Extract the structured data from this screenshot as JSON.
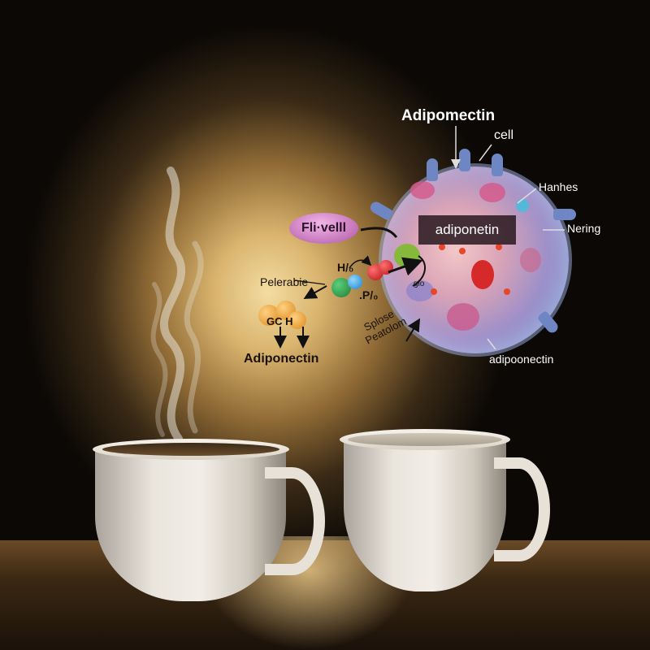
{
  "scene": {
    "description": "Two white coffee cups on a wooden table with steam, backlit warm glow, and a labeled adipocyte cell diagram overlay",
    "colors": {
      "background_dark": "#080604",
      "glow": "#f3dca2",
      "cell_blue": "#7f95cf",
      "pill_pink": "#c373b8",
      "molecule_green": "#2f9a4a",
      "molecule_blue": "#3fa6e6",
      "molecule_red": "#e02a2a",
      "molecule_orange": "#f0a431"
    }
  },
  "diagram": {
    "title": "Adipomectin",
    "labels": {
      "cell": "cell",
      "hanhes": "Hanhes",
      "nering": "Nering",
      "adipoonectin": "adipoonectin",
      "badge": "adiponetin",
      "pill": "Fli·velll",
      "pelerabie": "Pelerabie",
      "h": "H/₀",
      "p": ".P/₀",
      "gc": "GC H",
      "adiponectin_bottom": "Adiponectin",
      "splose_line1": "Splose",
      "splose_line2": "Peatolom",
      "glo": "glo"
    }
  },
  "objects": {
    "cups": [
      {
        "name": "left-cup",
        "state": "steaming"
      },
      {
        "name": "right-cup",
        "state": "plain"
      }
    ]
  }
}
